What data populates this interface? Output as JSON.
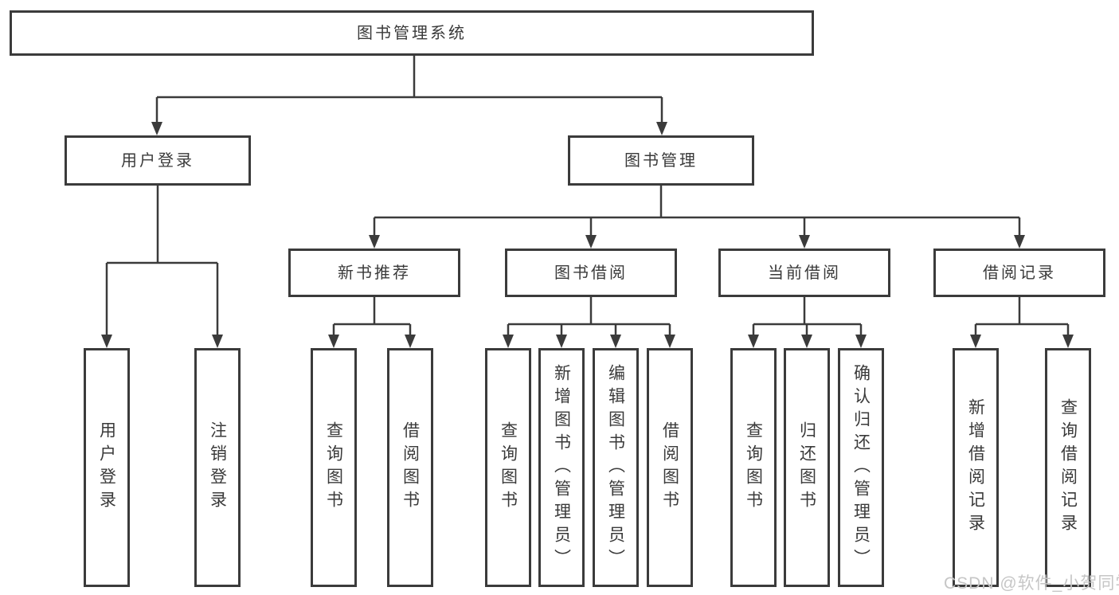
{
  "tree": {
    "label": "图书管理系统",
    "children": [
      {
        "label": "用户登录",
        "children": [
          {
            "label": "用户登录"
          },
          {
            "label": "注销登录"
          }
        ]
      },
      {
        "label": "图书管理",
        "children": [
          {
            "label": "新书推荐",
            "children": [
              {
                "label": "查询图书"
              },
              {
                "label": "借阅图书"
              }
            ]
          },
          {
            "label": "图书借阅",
            "children": [
              {
                "label": "查询图书"
              },
              {
                "label": "新增图书（管理员）"
              },
              {
                "label": "编辑图书（管理员）"
              },
              {
                "label": "借阅图书"
              }
            ]
          },
          {
            "label": "当前借阅",
            "children": [
              {
                "label": "查询图书"
              },
              {
                "label": "归还图书"
              },
              {
                "label": "确认归还（管理员）"
              }
            ]
          },
          {
            "label": "借阅记录",
            "children": [
              {
                "label": "新增借阅记录"
              },
              {
                "label": "查询借阅记录"
              }
            ]
          }
        ]
      }
    ]
  },
  "watermark": "CSDN @软件_小贺同学",
  "colors": {
    "line": "#3b3b3b",
    "text": "#3a3a3a",
    "background": "#ffffff",
    "watermark": "#c6c6c6"
  }
}
